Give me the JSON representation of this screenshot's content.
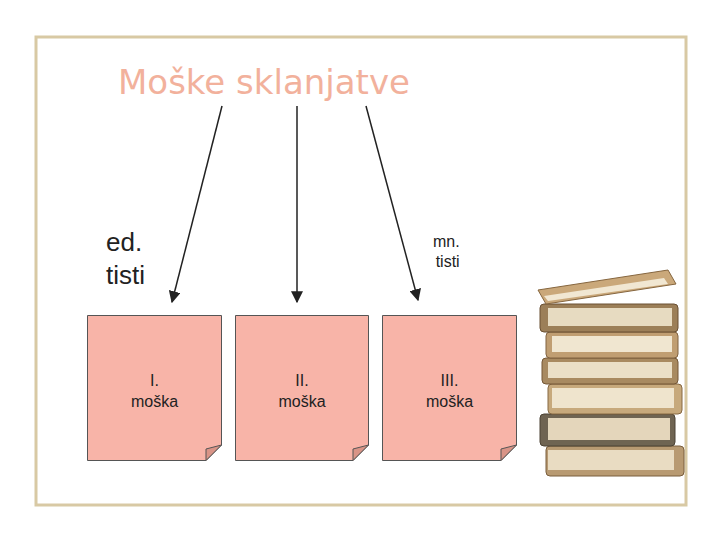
{
  "diagram": {
    "title": "Moške sklanjatve",
    "nodes": [
      {
        "text": [
          "I. moška"
        ]
      },
      {
        "text": [
          "II. moška"
        ]
      },
      {
        "text": [
          "III. moška"
        ]
      }
    ],
    "labels": [
      "ed. tisti",
      "mn. tisti"
    ]
  }
}
